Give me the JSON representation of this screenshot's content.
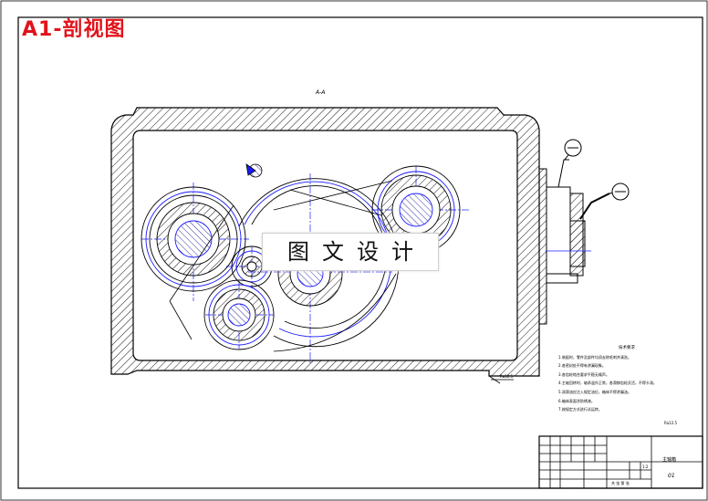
{
  "tag": "A1-剖视图",
  "section_label": "A-A",
  "watermark": "图文设计",
  "notes": {
    "title": "技术要求",
    "items": [
      "1.装配时，零件及部件均须去除毛刺并清洗。",
      "2.各密封处不得有渗漏现象。",
      "3.各齿轮啮合要求平稳无噪声。",
      "4.主轴回转时，轴承温升正常，各滑移齿轮灵活，不得卡滞。",
      "5.润滑油应注入规定油位，箱体不得渗漏油。",
      "6.箱体表面涂防锈漆。",
      "7.按规定方式进行试运转。"
    ]
  },
  "roughness": [
    "Ra12.5",
    "Ra12.5"
  ],
  "title_block": {
    "drawing_name": "主轴箱",
    "drawing_no": "01",
    "scale": "1:2",
    "sheet": "共 张 第 张"
  },
  "colors": {
    "tag": "#e1131b",
    "center_line": "#1a1aff",
    "line": "#000000"
  }
}
